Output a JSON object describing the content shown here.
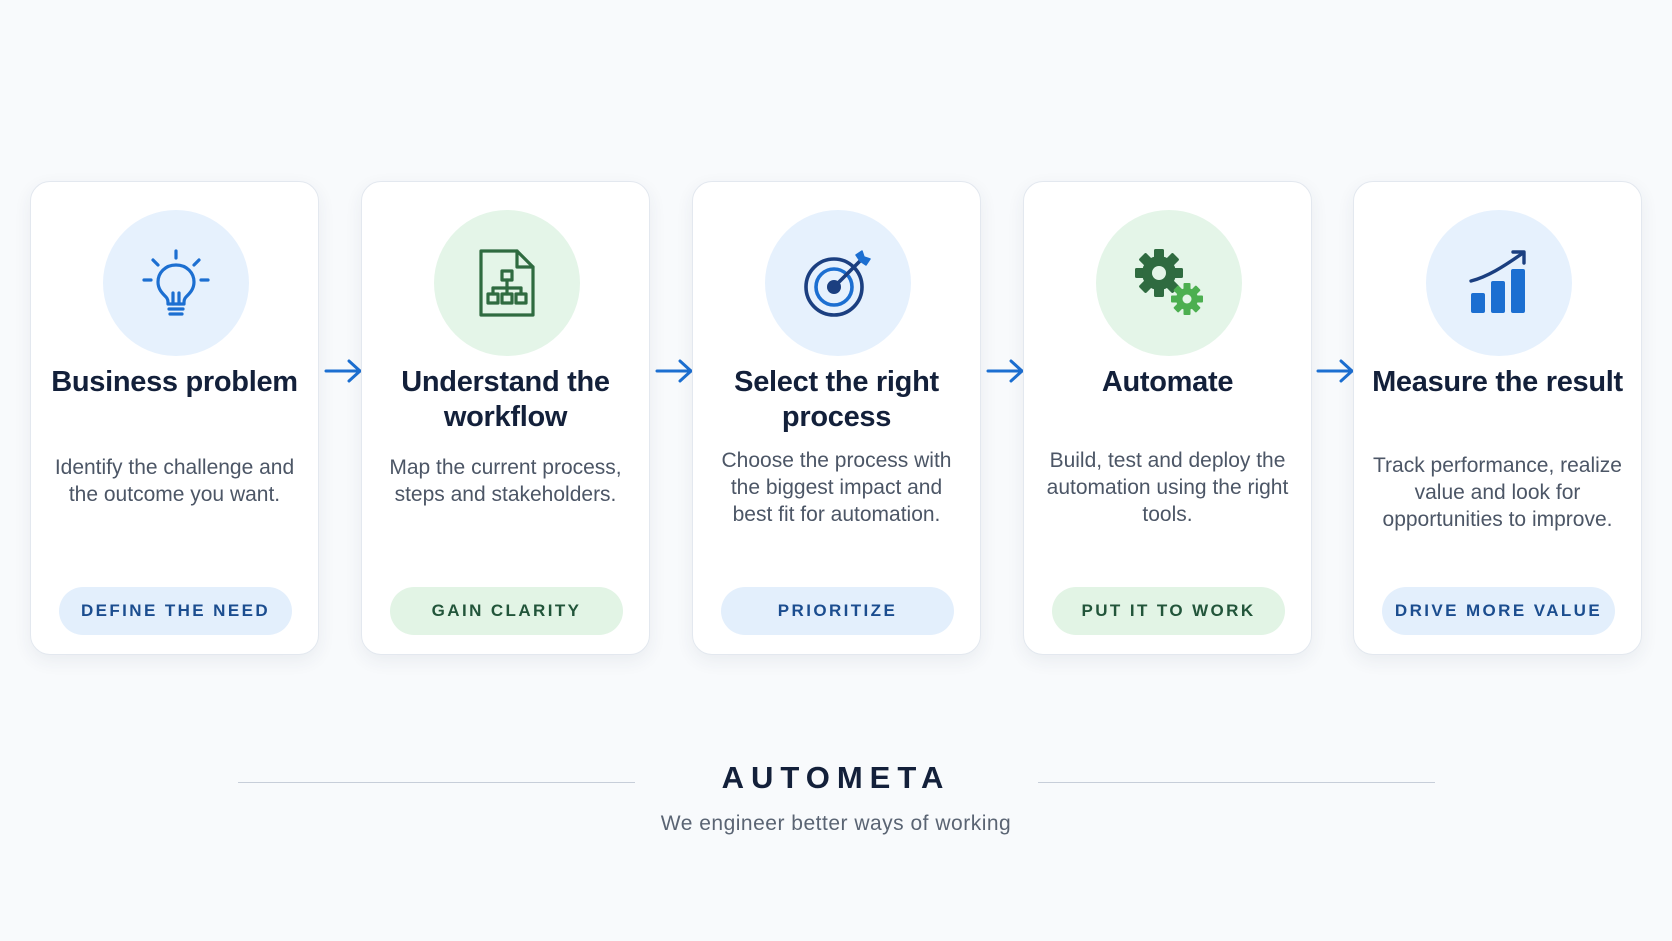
{
  "colors": {
    "primary_blue": "#1c6fd1",
    "dark_blue": "#1b3f80",
    "dark_green": "#2f6b40",
    "light_green": "#4caf50",
    "card_bg": "#ffffff",
    "page_bg": "#f8fafc"
  },
  "steps": [
    {
      "icon": "lightbulb-icon",
      "title": "Business problem",
      "description": "Identify the challenge and the outcome you want.",
      "action": "DEFINE THE NEED",
      "theme": "blue"
    },
    {
      "icon": "workflow-document-icon",
      "title": "Understand the workflow",
      "description": "Map the current process, steps and stakeholders.",
      "action": "GAIN CLARITY",
      "theme": "green"
    },
    {
      "icon": "target-icon",
      "title": "Select the right process",
      "description": "Choose the process with the biggest impact and best fit for automation.",
      "action": "PRIORITIZE",
      "theme": "blue"
    },
    {
      "icon": "gears-icon",
      "title": "Automate",
      "description": "Build, test and deploy the automation using the right tools.",
      "action": "PUT IT TO WORK",
      "theme": "green"
    },
    {
      "icon": "growth-chart-icon",
      "title": "Measure the result",
      "description": "Track performance, realize value and look for opportunities to improve.",
      "action": "DRIVE MORE VALUE",
      "theme": "blue"
    }
  ],
  "connector_icon": "arrow-right-icon",
  "footer": {
    "brand": "AUTOMETA",
    "tagline": "We engineer better ways of working"
  }
}
